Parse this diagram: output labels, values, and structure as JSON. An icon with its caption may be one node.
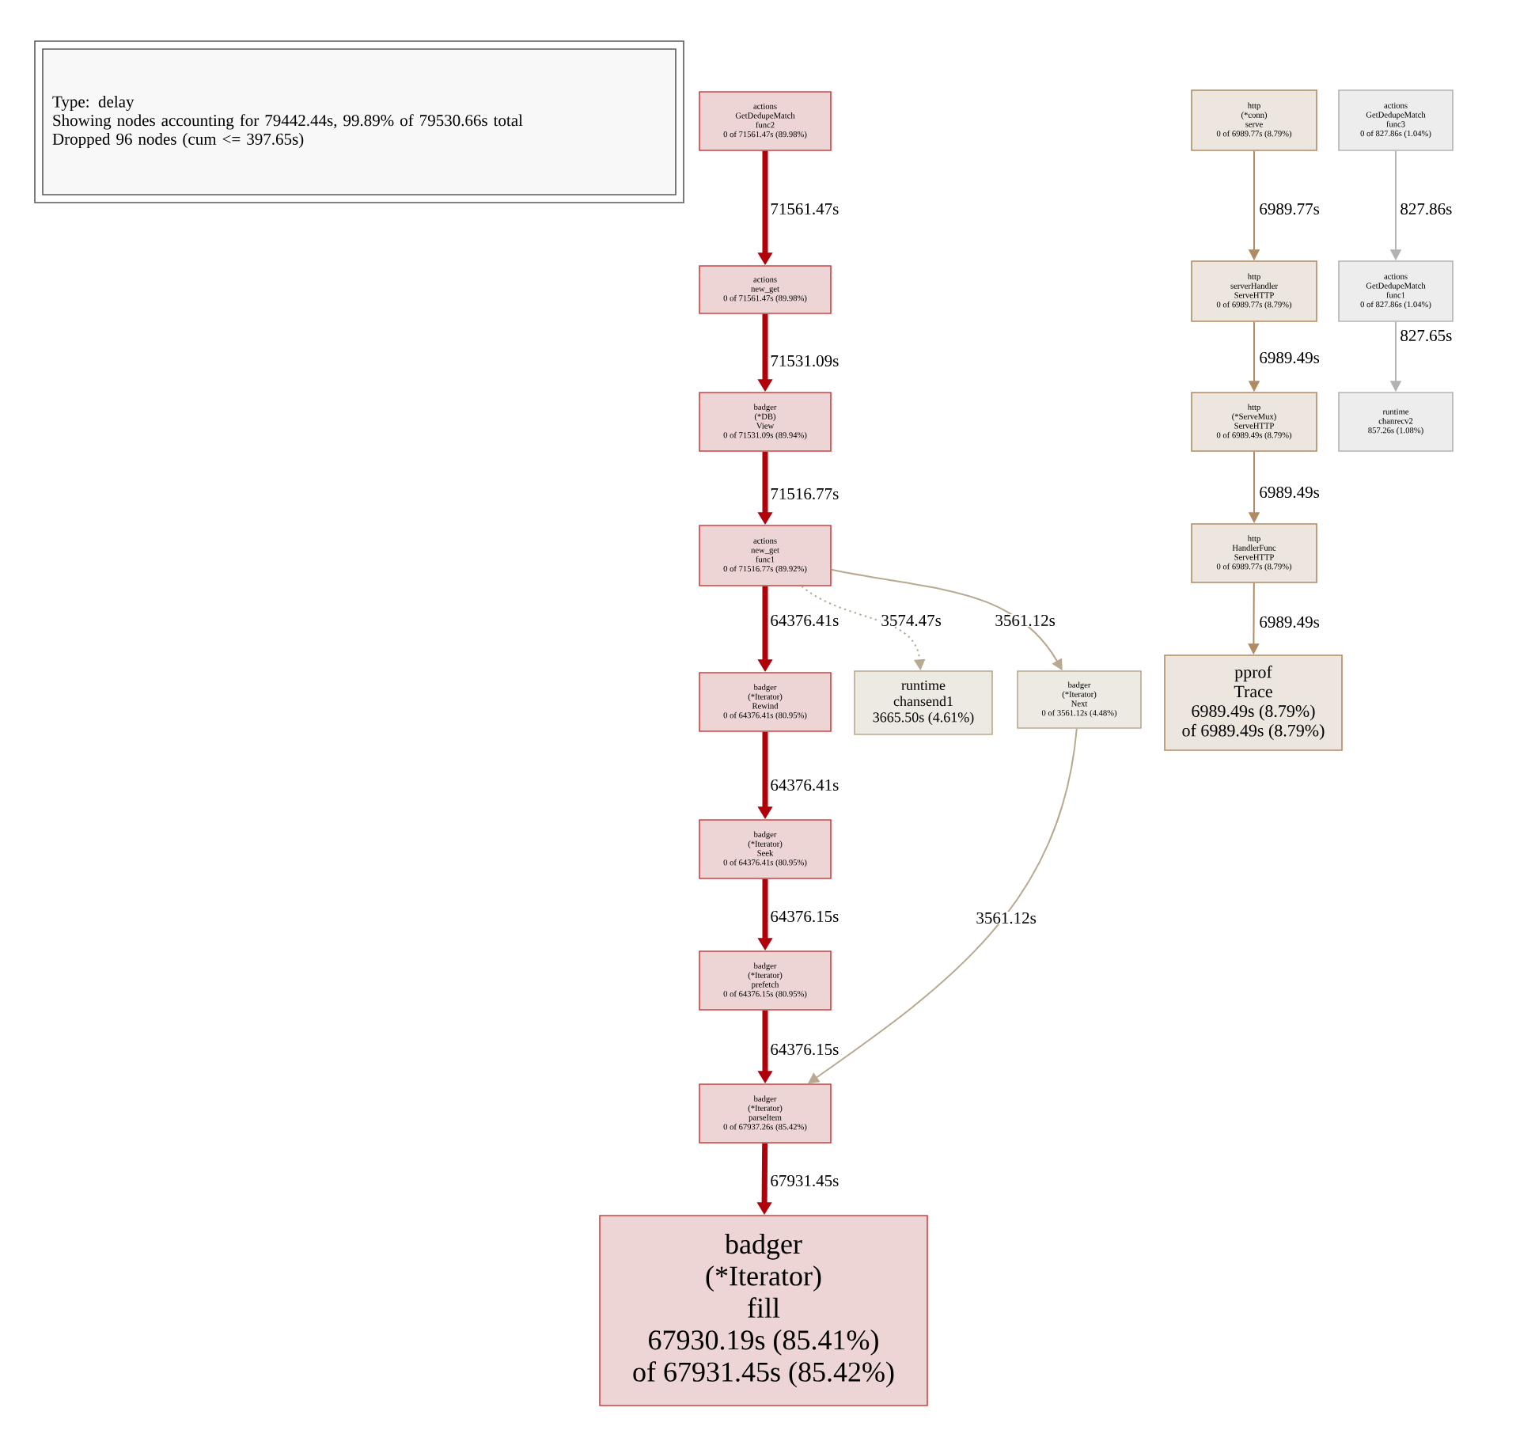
{
  "diagram": {
    "nodes": [
      {
        "text": [
          "Type: delay",
          "Showing nodes accounting for 79442.44s, 99.89% of 79530.66s total",
          "Dropped 96 nodes (cum <= 397.65s)"
        ]
      },
      {
        "text": [
          "actions",
          "GetDedupeMatch",
          "func2",
          "0 of 71561.47s (89.98%)"
        ]
      },
      {
        "text": [
          "actions",
          "new_get",
          "0 of 71561.47s (89.98%)"
        ]
      },
      {
        "text": [
          "badger",
          "(*DB)",
          "View",
          "0 of 71531.09s (89.94%)"
        ]
      },
      {
        "text": [
          "actions",
          "new_get",
          "func1",
          "0 of 71516.77s (89.92%)"
        ]
      },
      {
        "text": [
          "badger",
          "(*Iterator)",
          "Rewind",
          "0 of 64376.41s (80.95%)"
        ]
      },
      {
        "text": [
          "runtime",
          "chansend1",
          "3665.50s (4.61%)"
        ]
      },
      {
        "text": [
          "badger",
          "(*Iterator)",
          "Next",
          "0 of 3561.12s (4.48%)"
        ]
      },
      {
        "text": [
          "badger",
          "(*Iterator)",
          "Seek",
          "0 of 64376.41s (80.95%)"
        ]
      },
      {
        "text": [
          "badger",
          "(*Iterator)",
          "prefetch",
          "0 of 64376.15s (80.95%)"
        ]
      },
      {
        "text": [
          "badger",
          "(*Iterator)",
          "parseItem",
          "0 of 67937.26s (85.42%)"
        ]
      },
      {
        "text": [
          "badger",
          "(*Iterator)",
          "fill",
          "67930.19s (85.41%)",
          "of 67931.45s (85.42%)"
        ]
      },
      {
        "text": [
          "http",
          "(*conn)",
          "serve",
          "0 of 6989.77s (8.79%)"
        ]
      },
      {
        "text": [
          "http",
          "serverHandler",
          "ServeHTTP",
          "0 of 6989.77s (8.79%)"
        ]
      },
      {
        "text": [
          "http",
          "(*ServeMux)",
          "ServeHTTP",
          "0 of 6989.49s (8.79%)"
        ]
      },
      {
        "text": [
          "http",
          "HandlerFunc",
          "ServeHTTP",
          "0 of 6989.77s (8.79%)"
        ]
      },
      {
        "text": [
          "pprof",
          "Trace",
          "6989.49s (8.79%)",
          "of 6989.49s (8.79%)"
        ]
      },
      {
        "text": [
          "actions",
          "GetDedupeMatch",
          "func3",
          "0 of 827.86s (1.04%)"
        ]
      },
      {
        "text": [
          "actions",
          "GetDedupeMatch",
          "func1",
          "0 of 827.86s (1.04%)"
        ]
      },
      {
        "text": [
          "runtime",
          "chanrecv2",
          "857.26s (1.08%)"
        ]
      }
    ],
    "edges": [
      {
        "from": 1,
        "to": 2,
        "arrow": "to",
        "label": "71561.47s",
        "style": "thick"
      },
      {
        "from": 2,
        "to": 3,
        "arrow": "to",
        "label": "71531.09s",
        "style": "thick"
      },
      {
        "from": 3,
        "to": 4,
        "arrow": "to",
        "label": "71516.77s",
        "style": "thick"
      },
      {
        "from": 4,
        "to": 5,
        "arrow": "to",
        "label": "64376.41s",
        "style": "thick"
      },
      {
        "from": 4,
        "to": 6,
        "arrow": "to",
        "label": "3574.47s",
        "style": "dashed",
        "color": "#b8a990"
      },
      {
        "from": 4,
        "to": 7,
        "arrow": "to",
        "label": "3561.12s",
        "color": "#b8a990"
      },
      {
        "from": 5,
        "to": 8,
        "arrow": "to",
        "label": "64376.41s",
        "style": "thick"
      },
      {
        "from": 8,
        "to": 9,
        "arrow": "to",
        "label": "64376.15s",
        "style": "thick"
      },
      {
        "from": 9,
        "to": 10,
        "arrow": "to",
        "label": "64376.15s",
        "style": "thick"
      },
      {
        "from": 7,
        "to": 10,
        "arrow": "to",
        "label": "3561.12s",
        "color": "#b8a990"
      },
      {
        "from": 10,
        "to": 11,
        "arrow": "to",
        "label": "67931.45s",
        "style": "thick"
      },
      {
        "from": 12,
        "to": 13,
        "arrow": "to",
        "label": "6989.77s",
        "color": "#b28b62"
      },
      {
        "from": 13,
        "to": 14,
        "arrow": "to",
        "label": "6989.49s",
        "color": "#b28b62"
      },
      {
        "from": 14,
        "to": 15,
        "arrow": "to",
        "label": "6989.49s",
        "color": "#b28b62"
      },
      {
        "from": 15,
        "to": 16,
        "arrow": "to",
        "label": "6989.49s",
        "color": "#b28b62"
      },
      {
        "from": 17,
        "to": 18,
        "arrow": "to",
        "label": "827.86s",
        "color": "#b2b2b2"
      },
      {
        "from": 18,
        "to": 19,
        "arrow": "to",
        "label": "827.65s",
        "color": "#b2b2b2"
      }
    ]
  }
}
